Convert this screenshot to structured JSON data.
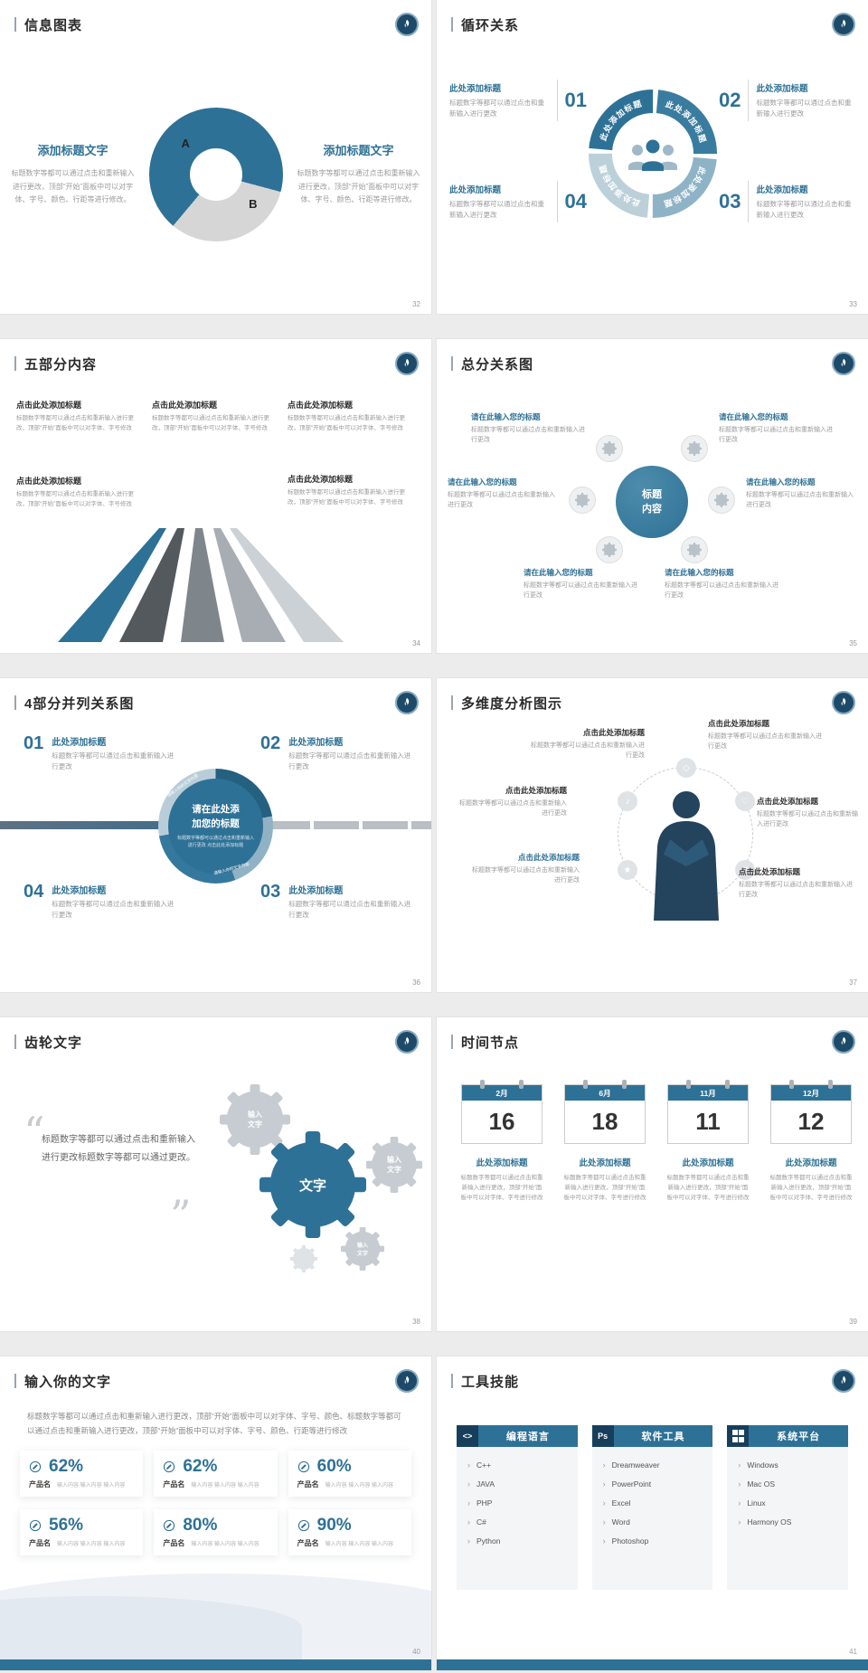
{
  "theme": {
    "accent": "#2e7196",
    "navy": "#1d4a68",
    "gray": "#d6d6d6"
  },
  "slides": [
    {
      "title": "信息图表",
      "page": "32",
      "heading": "添加标题文字",
      "body": "标题数字等都可以通过点击和重新输入进行更改，顶部“开始”面板中可以对字体、字号、颜色、行距等进行修改。",
      "donut_a": "A",
      "donut_b": "B"
    },
    {
      "title": "循环关系",
      "page": "33",
      "arc_label": "此处添加标题",
      "item_heading": "此处添加标题",
      "item_body": "标题数字等都可以通过点击和重新输入进行更改",
      "nums": [
        "01",
        "02",
        "03",
        "04"
      ]
    },
    {
      "title": "五部分内容",
      "page": "34",
      "heading": "点击此处添加标题",
      "body": "标题数字等都可以通过点击和重新输入进行更改，顶部“开始”面板中可以对字体、字号修改"
    },
    {
      "title": "总分关系图",
      "page": "35",
      "center": "标题内容",
      "heading": "请在此输入您的标题",
      "body": "标题数字等都可以通过点击和重新输入进行更改"
    },
    {
      "title": "4部分并列关系图",
      "page": "36",
      "center_title": "请在此处添加您的标题",
      "center_body": "标题数字等都可以通过点击和重新输入进行更改 点击此处添加标题",
      "arc_text": "请输入你的文字内容",
      "item_heading": "此处添加标题",
      "item_body": "标题数字等都可以通过点击和重新输入进行更改",
      "nums": [
        "01",
        "02",
        "04",
        "03"
      ]
    },
    {
      "title": "多维度分析图示",
      "page": "37",
      "heading": "点击此处添加标题",
      "body": "标题数字等都可以通过点击和重新输入进行更改"
    },
    {
      "title": "齿轮文字",
      "page": "38",
      "quote_open": "“",
      "quote_close": "”",
      "quote": "标题数字等都可以通过点击和重新输入进行更改标题数字等都可以通过更改。",
      "gear_big": "文字",
      "gear_small": "输入文字"
    },
    {
      "title": "时间节点",
      "page": "39",
      "heading": "此处添加标题",
      "body": "标题数字等都可以通过点击和重新输入进行更改，顶部“开始”面板中可以对字体、字号进行修改",
      "calendars": [
        {
          "month": "2月",
          "day": "16"
        },
        {
          "month": "6月",
          "day": "18"
        },
        {
          "month": "11月",
          "day": "11"
        },
        {
          "month": "12月",
          "day": "12"
        }
      ]
    },
    {
      "title": "输入你的文字",
      "page": "40",
      "intro": "标题数字等都可以通过点击和重新输入进行更改，顶部“开始”面板中可以对字体、字号、颜色、标题数字等都可以通过点击和重新输入进行更改，顶部“开始”面板中可以对字体、字号、颜色、行距等进行修改",
      "values": [
        "62%",
        "62%",
        "60%",
        "56%",
        "80%",
        "90%"
      ],
      "card_label": "产品名",
      "card_sub": "输入内容 输入内容 输入内容"
    },
    {
      "title": "工具技能",
      "page": "41",
      "columns": [
        {
          "icon_text": "<>",
          "header": "编程语言",
          "items": [
            "C++",
            "JAVA",
            "PHP",
            "C#",
            "Python"
          ]
        },
        {
          "icon_text": "Ps",
          "header": "软件工具",
          "items": [
            "Dreamweaver",
            "PowerPoint",
            "Excel",
            "Word",
            "Photoshop"
          ]
        },
        {
          "header": "系统平台",
          "items": [
            "Windows",
            "Mac OS",
            "Linux",
            "Harmony OS"
          ]
        }
      ]
    }
  ]
}
